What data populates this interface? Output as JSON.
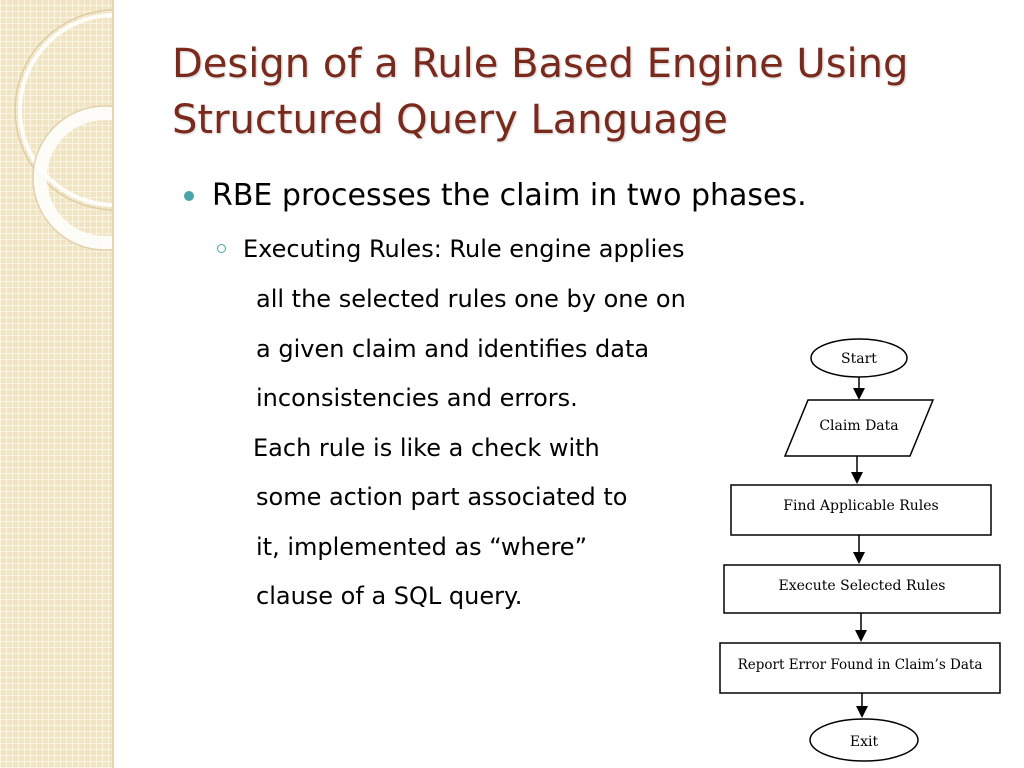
{
  "slide": {
    "title_lines": [
      "Design of a Rule Based Engine Using",
      "Structured Query Language"
    ],
    "bullet": "RBE processes the claim in two phases.",
    "sub_lines": [
      "Executing Rules: Rule engine applies",
      "all the selected rules one by one on",
      "a given claim and identifies data",
      "inconsistencies and errors.",
      "Each rule is like a check with",
      "some action part associated to",
      "it,  implemented as “where”",
      "clause of a SQL query."
    ]
  },
  "flowchart": {
    "nodes": [
      {
        "shape": "oval",
        "label": "Start"
      },
      {
        "shape": "parallelogram",
        "label": "Claim Data"
      },
      {
        "shape": "rect",
        "label": "Find Applicable Rules"
      },
      {
        "shape": "rect",
        "label": "Execute Selected Rules"
      },
      {
        "shape": "rect",
        "label": "Report Error Found in Claim’s Data"
      },
      {
        "shape": "oval",
        "label": "Exit"
      }
    ]
  },
  "colors": {
    "title": "#7a2a1c",
    "bullet": "#4aa3a8",
    "side_panel": "#f1e4c3"
  }
}
